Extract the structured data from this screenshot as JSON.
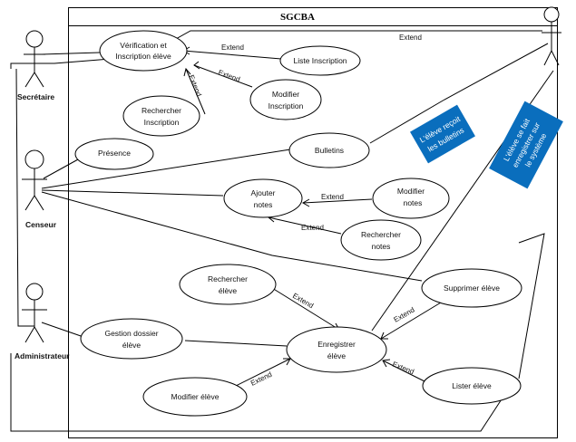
{
  "system": {
    "title": "SGCBA"
  },
  "actors": {
    "secretaire": "Secrétaire",
    "censeur": "Censeur",
    "administrateur": "Administrateur"
  },
  "usecases": {
    "verification": [
      "Vérification et",
      "Inscription élève"
    ],
    "liste_inscription": [
      "Liste Inscription"
    ],
    "modifier_inscription": [
      "Modifier",
      "Inscription"
    ],
    "rechercher_inscription": [
      "Rechercher",
      "Inscription"
    ],
    "presence": [
      "Présence"
    ],
    "bulletins": [
      "Bulletins"
    ],
    "ajouter_notes": [
      "Ajouter",
      "notes"
    ],
    "modifier_notes": [
      "Modifier",
      "notes"
    ],
    "rechercher_notes": [
      "Rechercher",
      "notes"
    ],
    "rechercher_eleve": [
      "Rechercher",
      "élève"
    ],
    "supprimer_eleve": [
      "Supprimer élève"
    ],
    "gestion_dossier": [
      "Gestion dossier",
      "élève"
    ],
    "enregistrer_eleve": [
      "Enregistrer",
      "élève"
    ],
    "modifier_eleve": [
      "Modifier élève"
    ],
    "lister_eleve": [
      "Lister élève"
    ]
  },
  "relations": {
    "extend": "Extend"
  },
  "notes": {
    "bulletins_note": [
      "L'élève reçoit",
      "les bulletins"
    ],
    "enregistre_note": [
      "L'élève se fait",
      "enregistrer sur",
      "le système"
    ]
  },
  "colors": {
    "note_fill": "#0a6ebd",
    "line": "#000000"
  }
}
